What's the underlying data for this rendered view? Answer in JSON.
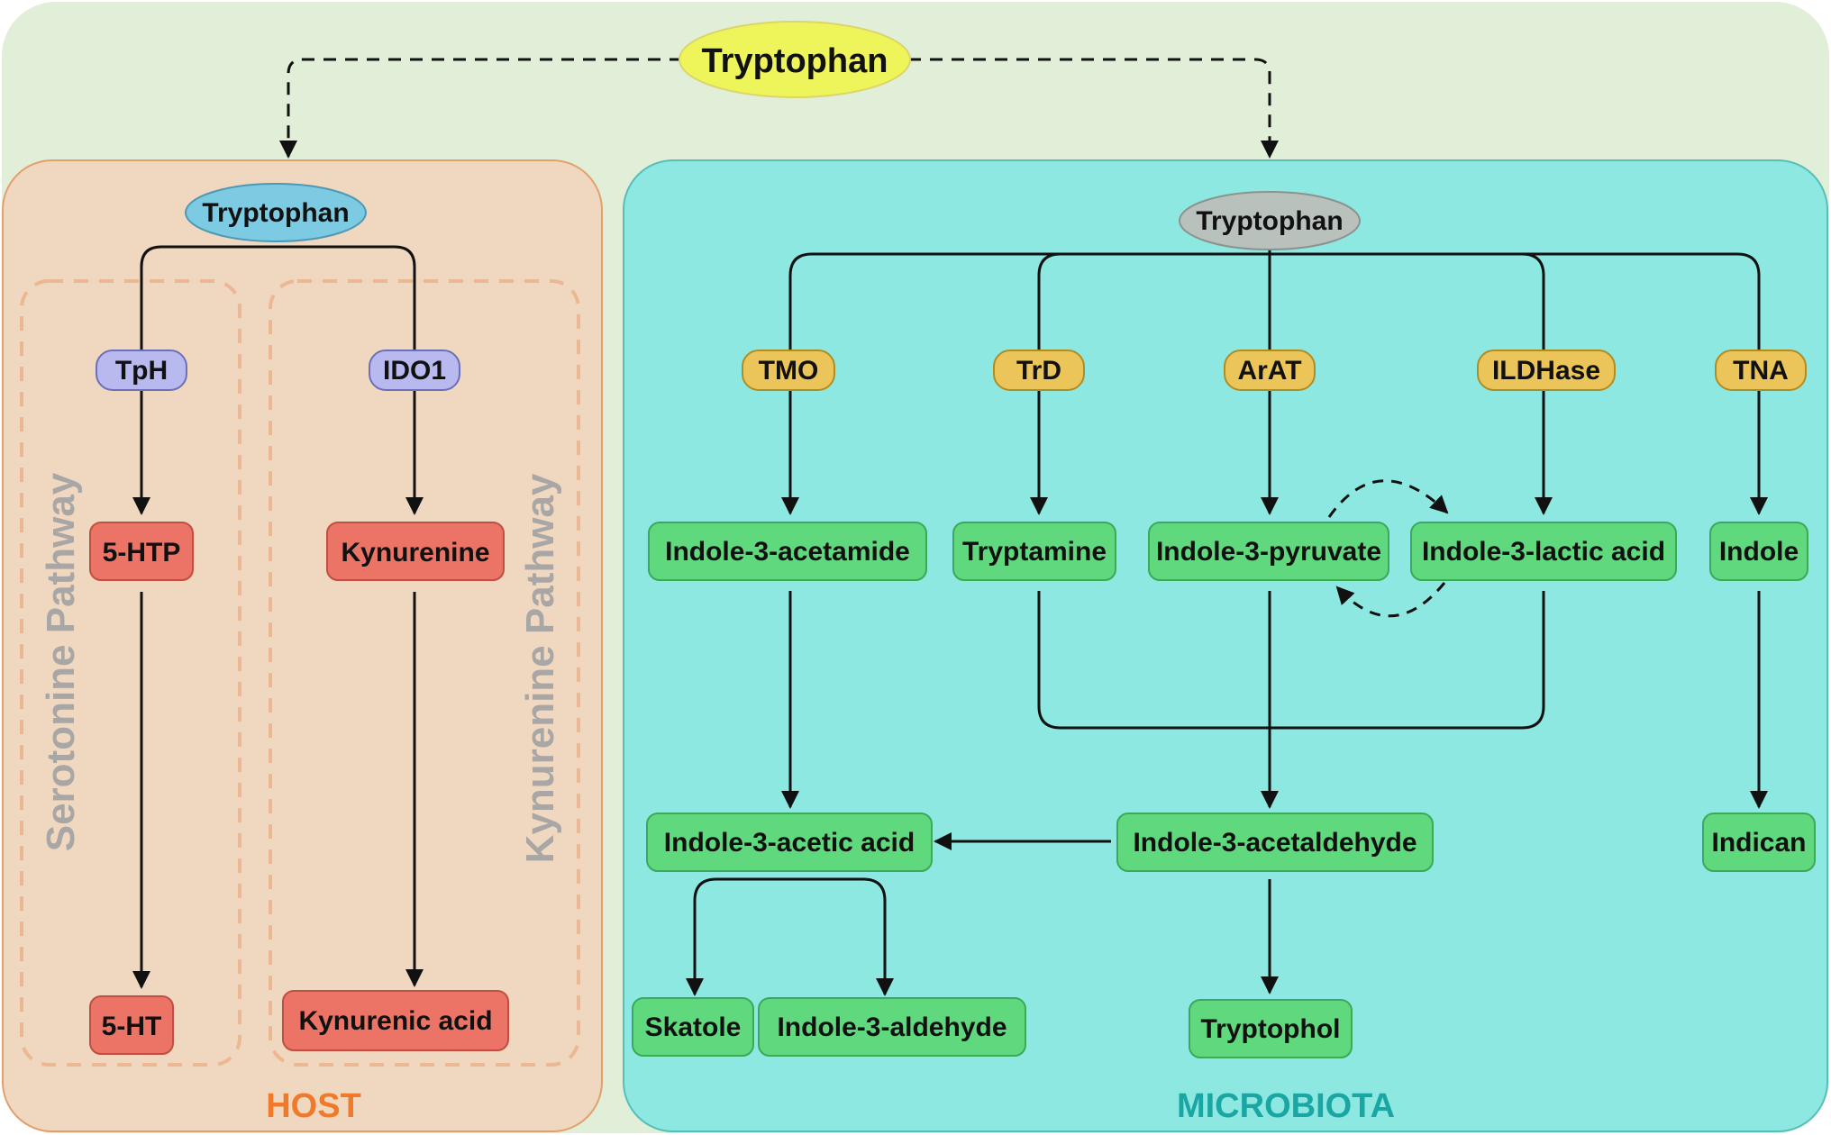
{
  "colors": {
    "outer_bg": "#e1eed8",
    "host_bg": "#f0d8c0",
    "host_border": "#e2a06e",
    "micro_bg": "#8de8e2",
    "micro_border": "#55bfb8",
    "top_node": "#eef55a",
    "host_trp": "#7ccbe2",
    "micro_trp": "#b9c1bd",
    "host_enzyme": "#b7b9ef",
    "host_product": "#ec7466",
    "micro_enzyme": "#ecc55a",
    "micro_product": "#5fd87e",
    "host_label": "#f07a2a",
    "micro_label": "#1aa6a3",
    "pathway_label": "#a9a7a6"
  },
  "top": {
    "tryptophan": "Tryptophan"
  },
  "host": {
    "label": "HOST",
    "tryptophan": "Tryptophan",
    "serotonin_pathway_label": "Serotonine Pathway",
    "kynurenine_pathway_label": "Kynurenine Pathway",
    "tph": "TpH",
    "ido1": "IDO1",
    "htp": "5-HTP",
    "ht": "5-HT",
    "kynurenine": "Kynurenine",
    "kynurenic_acid": "Kynurenic acid"
  },
  "microbiota": {
    "label": "MICROBIOTA",
    "tryptophan": "Tryptophan",
    "enzymes": {
      "tmo": "TMO",
      "trd": "TrD",
      "arat": "ArAT",
      "ildhase": "ILDHase",
      "tna": "TNA"
    },
    "products": {
      "indole_3_acetamide": "Indole-3-acetamide",
      "tryptamine": "Tryptamine",
      "indole_3_pyruvate": "Indole-3-pyruvate",
      "indole_3_lactic_acid": "Indole-3-lactic acid",
      "indole": "Indole",
      "indole_3_acetic_acid": "Indole-3-acetic acid",
      "indole_3_acetaldehyde": "Indole-3-acetaldehyde",
      "indican": "Indican",
      "skatole": "Skatole",
      "indole_3_aldehyde": "Indole-3-aldehyde",
      "tryptophol": "Tryptophol"
    }
  }
}
